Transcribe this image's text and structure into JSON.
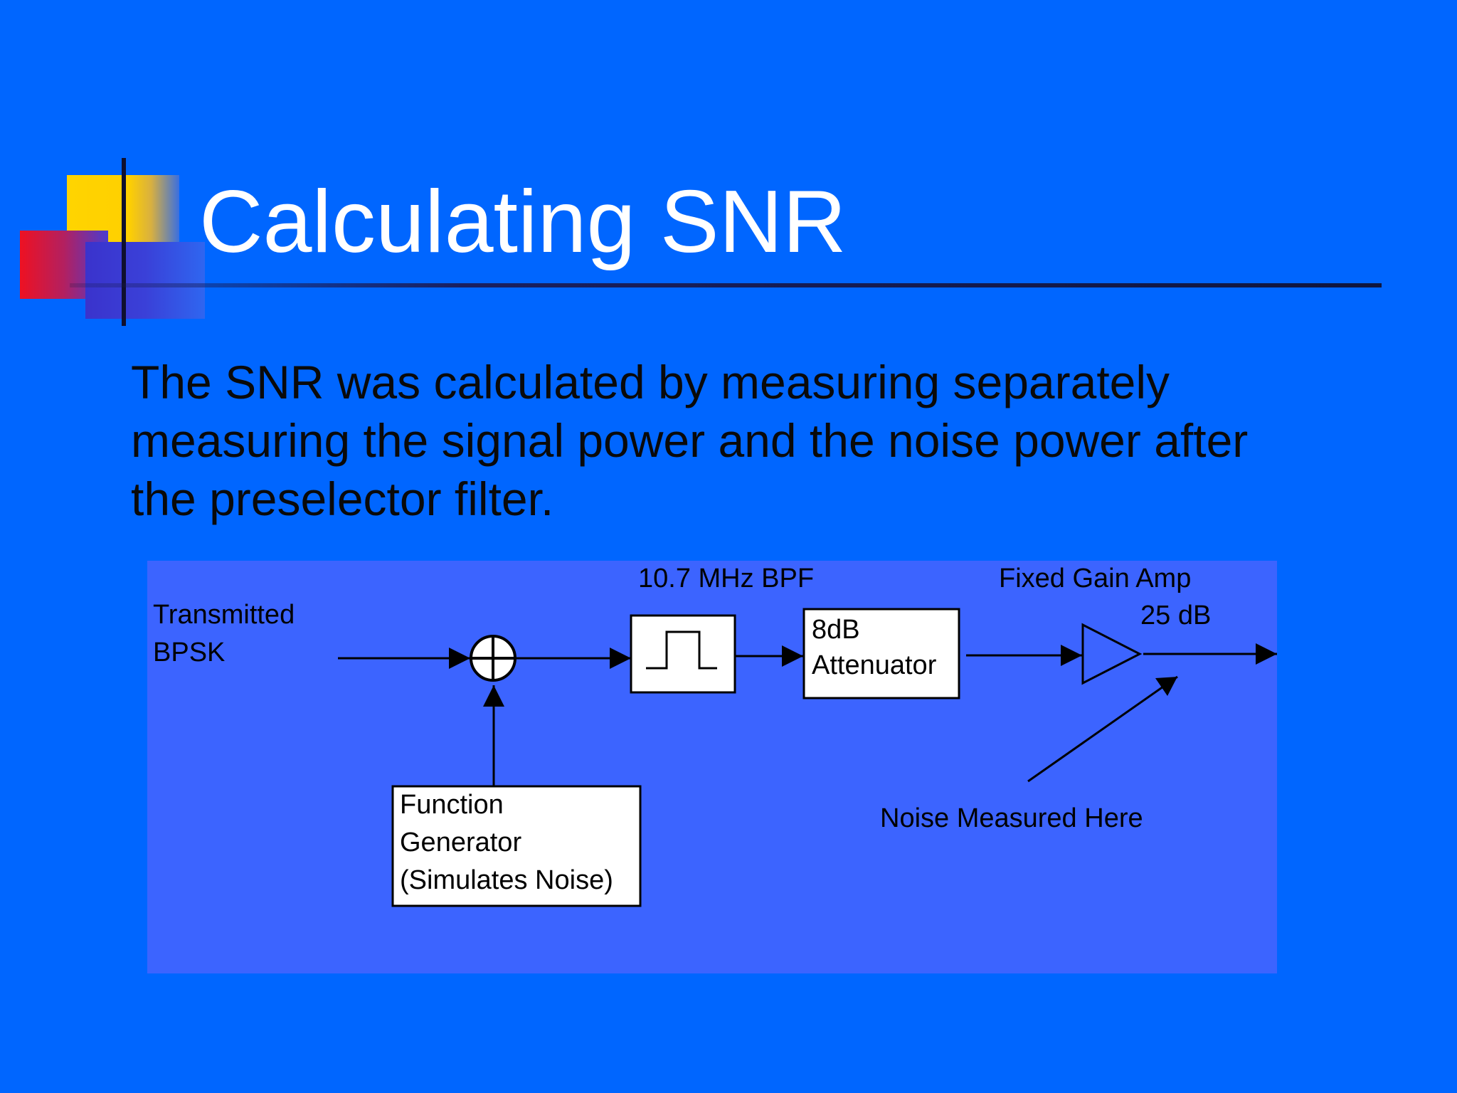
{
  "slide": {
    "title": "Calculating SNR",
    "body": "The SNR was calculated by measuring separately measuring the signal power and the noise power after the preselector filter."
  },
  "diagram": {
    "input_label_line1": "Transmitted",
    "input_label_line2": "BPSK",
    "bpf_label": "10.7 MHz BPF",
    "attenuator_line1": "8dB",
    "attenuator_line2": "Attenuator",
    "amp_label": "Fixed Gain Amp",
    "amp_gain": "25 dB",
    "generator_line1": "Function",
    "generator_line2": "Generator",
    "generator_line3": "(Simulates Noise)",
    "noise_label": "Noise Measured Here"
  },
  "colors": {
    "background": "#0066ff",
    "panel": "#3c64ff",
    "title": "#ffffff",
    "text": "#000000"
  }
}
